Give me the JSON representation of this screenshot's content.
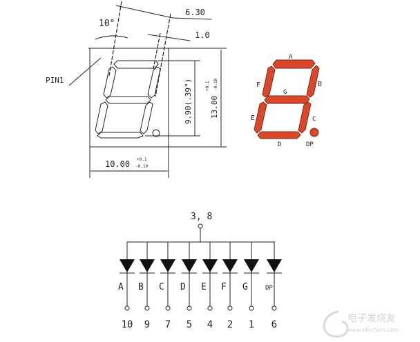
{
  "drawing": {
    "angle_label": "10°",
    "dim_width_top": "6.30",
    "dim_segment": "1.0",
    "pin_label": "PIN1",
    "dim_digit_height": "9.90(.39\")",
    "dim_height": "13.00",
    "dim_height_tol_plus": "+0.1",
    "dim_height_tol_minus": "-0.10",
    "dim_width": "10.00",
    "dim_width_tol_plus": "+0.1",
    "dim_width_tol_minus": "-0.10"
  },
  "segment_display": {
    "color": "#d9482b",
    "labels": {
      "a": "A",
      "b": "B",
      "c": "C",
      "d": "D",
      "e": "E",
      "f": "F",
      "g": "G",
      "dp": "DP"
    }
  },
  "schematic": {
    "common_pins": "3, 8",
    "diodes": [
      {
        "segment": "A",
        "pin": "10"
      },
      {
        "segment": "B",
        "pin": "9"
      },
      {
        "segment": "C",
        "pin": "7"
      },
      {
        "segment": "D",
        "pin": "5"
      },
      {
        "segment": "E",
        "pin": "4"
      },
      {
        "segment": "F",
        "pin": "2"
      },
      {
        "segment": "G",
        "pin": "1"
      },
      {
        "segment": "DP",
        "pin": "6"
      }
    ]
  },
  "watermark": {
    "name": "电子发烧友",
    "url": "www.elecfans.com"
  }
}
